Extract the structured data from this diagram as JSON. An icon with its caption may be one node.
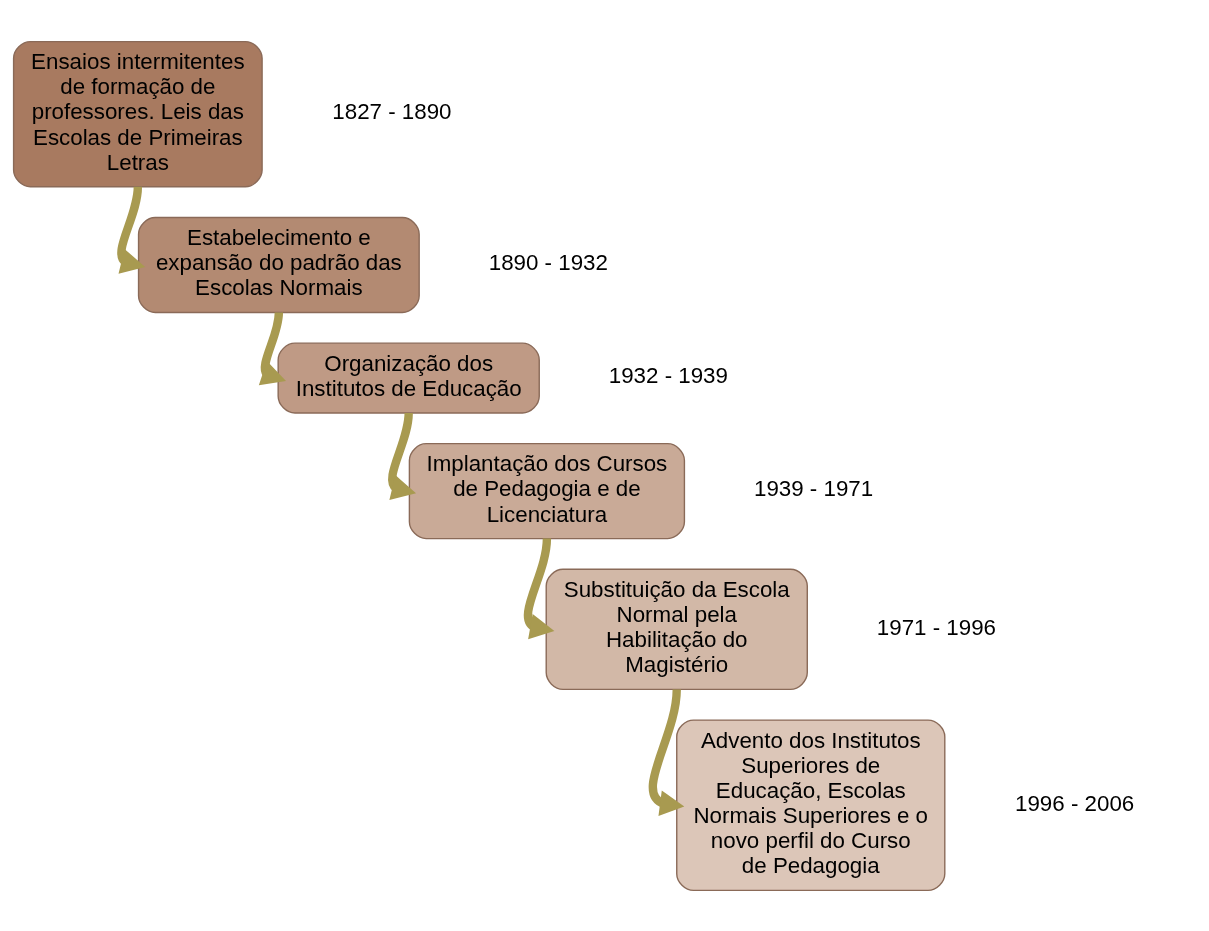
{
  "diagram": {
    "nodes": [
      {
        "text": [
          "Ensaios intermitentes de formação de professores. Leis das Escolas de Primeiras Letras"
        ],
        "beside": [
          "1827 - 1890"
        ]
      },
      {
        "text": [
          "Estabelecimento e expansão do padrão das Escolas Normais"
        ],
        "beside": [
          "1890 - 1932"
        ]
      },
      {
        "text": [
          "Organização dos Institutos de Educação"
        ],
        "beside": [
          "1932 - 1939"
        ]
      },
      {
        "text": [
          "Implantação dos Cursos de Pedagogia e de Licenciatura"
        ],
        "beside": [
          "1939 - 1971"
        ]
      },
      {
        "text": [
          "Substituição da Escola Normal pela Habilitação do Magistério"
        ],
        "beside": [
          "1971 - 1996"
        ]
      },
      {
        "text": [
          "Advento dos Institutos Superiores de Educação, Escolas Normais Superiores e o novo perfil do Curso de Pedagogia"
        ],
        "beside": [
          "1996 - 2006"
        ]
      }
    ],
    "edges": [
      {
        "from": 0,
        "to": 1,
        "arrow": "to"
      },
      {
        "from": 1,
        "to": 2,
        "arrow": "to"
      },
      {
        "from": 2,
        "to": 3,
        "arrow": "to"
      },
      {
        "from": 3,
        "to": 4,
        "arrow": "to"
      },
      {
        "from": 4,
        "to": 5,
        "arrow": "to"
      }
    ]
  }
}
